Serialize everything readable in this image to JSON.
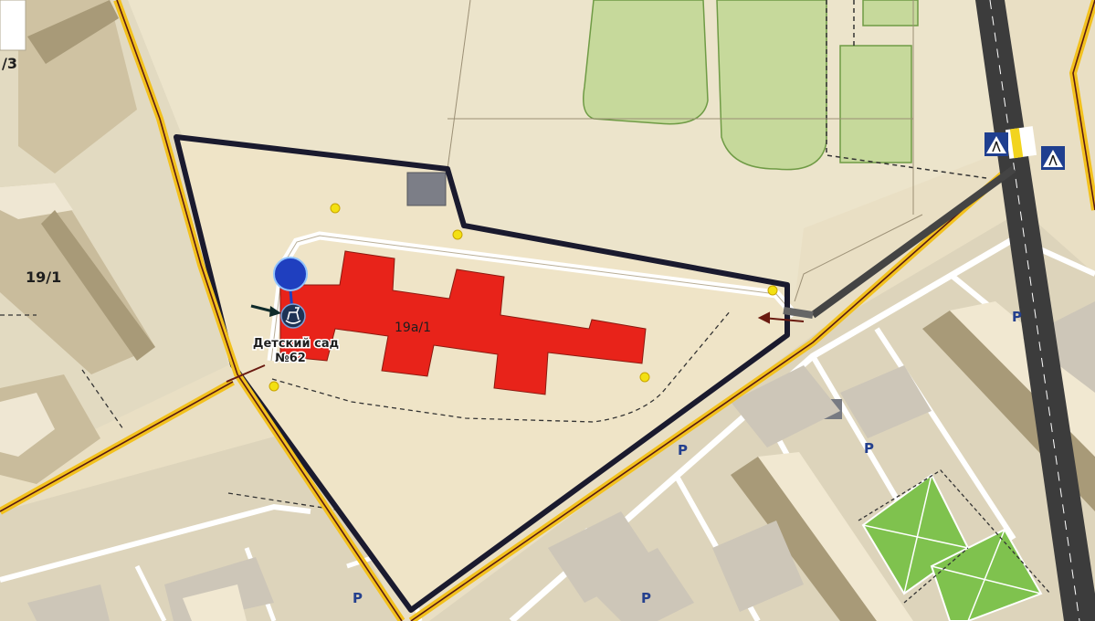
{
  "map": {
    "labels": {
      "building_main": "19а/1",
      "building_west": "19/1",
      "corner_fragment": "/3",
      "poi_name_line1": "Детский сад",
      "poi_name_line2": "№62"
    },
    "parking_label": "P",
    "icons": {
      "marker": "location-pin-icon",
      "poi": "kindergarten-rocking-horse-icon",
      "pointer": "arrow-right-icon",
      "crossing": "pedestrian-crossing-icon",
      "parking": "parking-icon"
    },
    "colors": {
      "land": "#e9dfc4",
      "building_highlight": "#e8231a",
      "boundary": "#1a1a2e",
      "footpath": "#f2c11e",
      "road": "#3c3c3c",
      "green": "#c6d99b",
      "lawn": "#7fc24e",
      "marker": "#1f3fbf"
    }
  }
}
